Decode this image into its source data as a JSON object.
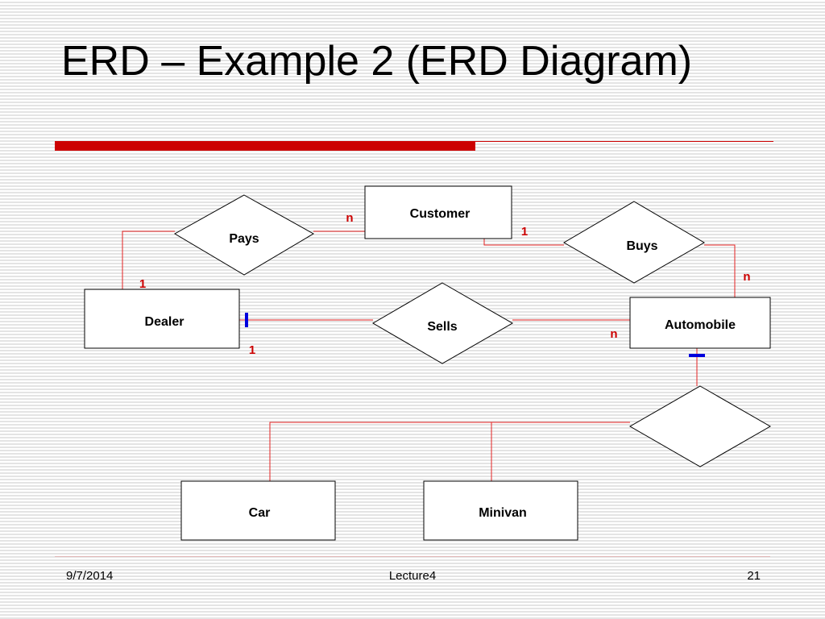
{
  "slide": {
    "title": "ERD – Example 2 (ERD Diagram)"
  },
  "diagram": {
    "entities": {
      "customer": "Customer",
      "dealer": "Dealer",
      "automobile": "Automobile",
      "car": "Car",
      "minivan": "Minivan"
    },
    "relationships": {
      "pays": "Pays",
      "buys": "Buys",
      "sells": "Sells",
      "isa": ""
    },
    "cardinalities": {
      "pays_customer": "n",
      "pays_dealer": "1",
      "buys_customer": "1",
      "buys_automobile": "n",
      "sells_dealer": "1",
      "sells_automobile": "n"
    }
  },
  "footer": {
    "date": "9/7/2014",
    "center": "Lecture4",
    "page": "21"
  },
  "colors": {
    "accent_red": "#cc0000",
    "connector_red": "#e32222",
    "marker_blue": "#0000dd"
  }
}
